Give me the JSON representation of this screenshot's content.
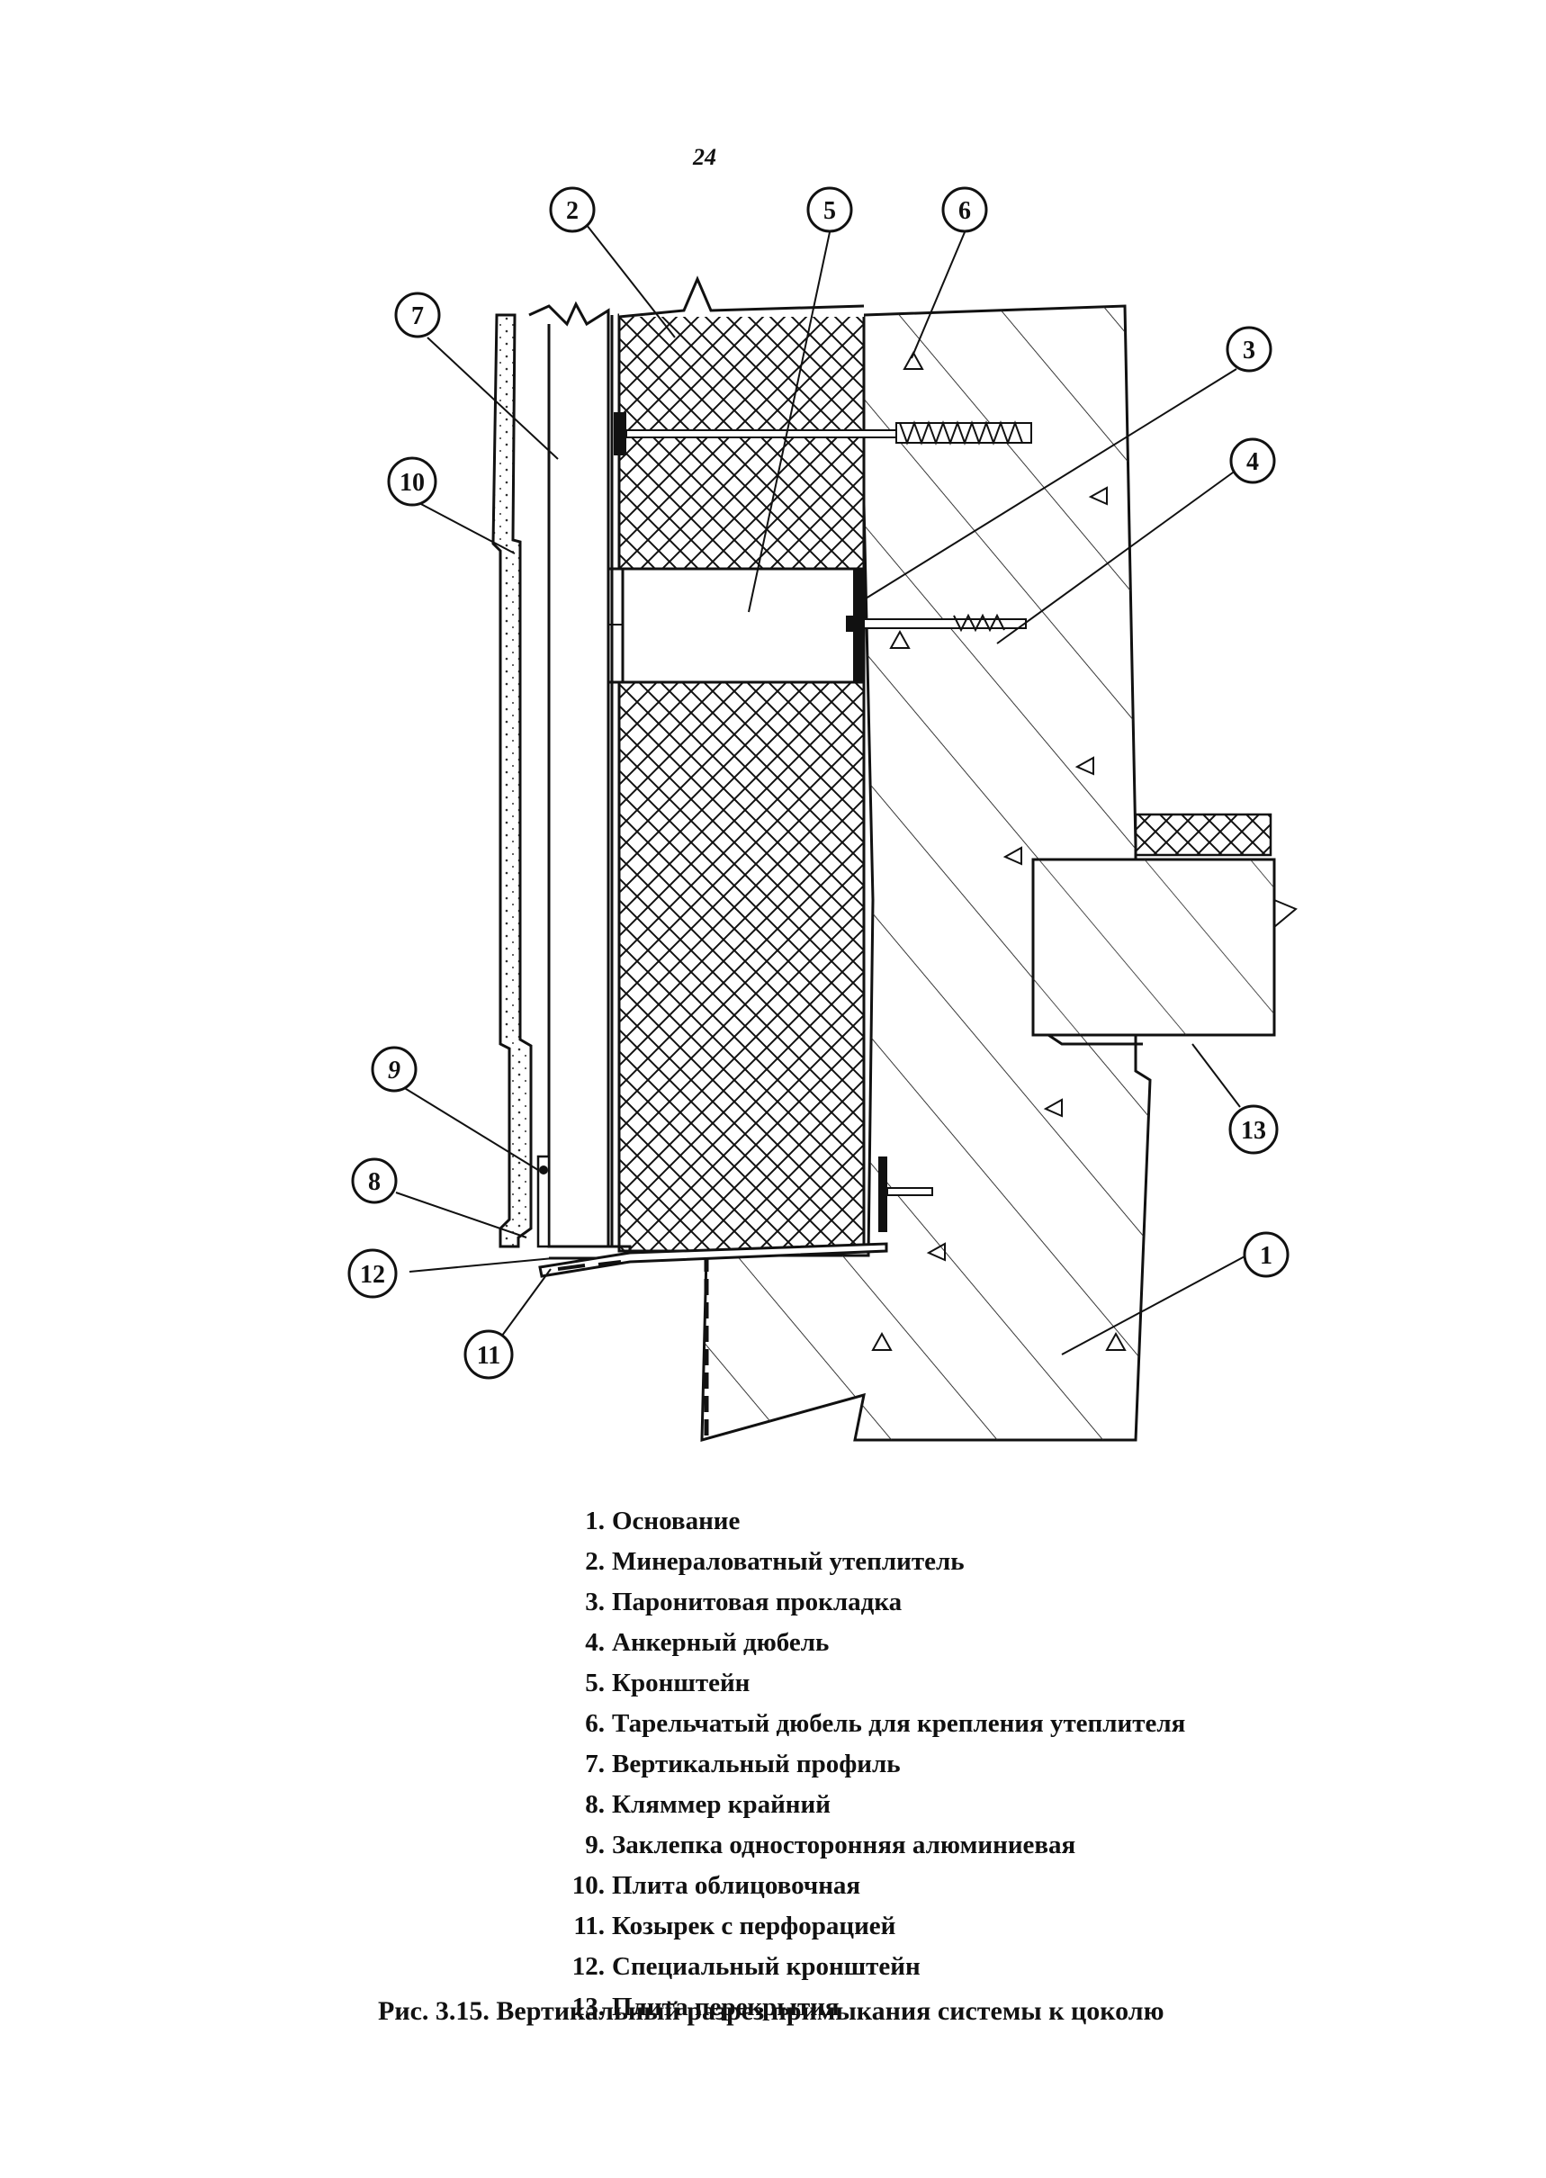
{
  "page_number": "24",
  "callouts": [
    "1",
    "2",
    "3",
    "4",
    "5",
    "6",
    "7",
    "8",
    "9",
    "10",
    "11",
    "12",
    "13"
  ],
  "legend": [
    {
      "num": "1.",
      "text": "Основание"
    },
    {
      "num": "2.",
      "text": "Минераловатный утеплитель"
    },
    {
      "num": "3.",
      "text": "Паронитовая прокладка"
    },
    {
      "num": "4.",
      "text": "Анкерный дюбель"
    },
    {
      "num": "5.",
      "text": "Кронштейн"
    },
    {
      "num": "6.",
      "text": "Тарельчатый дюбель для крепления утеплителя"
    },
    {
      "num": "7.",
      "text": "Вертикальный профиль"
    },
    {
      "num": "8.",
      "text": "Кляммер крайний"
    },
    {
      "num": "9.",
      "text": "Заклепка односторонняя алюминиевая"
    },
    {
      "num": "10.",
      "text": "Плита облицовочная"
    },
    {
      "num": "11.",
      "text": "Козырек с перфорацией"
    },
    {
      "num": "12.",
      "text": "Специальный кронштейн"
    },
    {
      "num": "13.",
      "text": "Плита перекрытия"
    }
  ],
  "caption": "Рис. 3.15. Вертикальный разрез примыкания системы к цоколю"
}
